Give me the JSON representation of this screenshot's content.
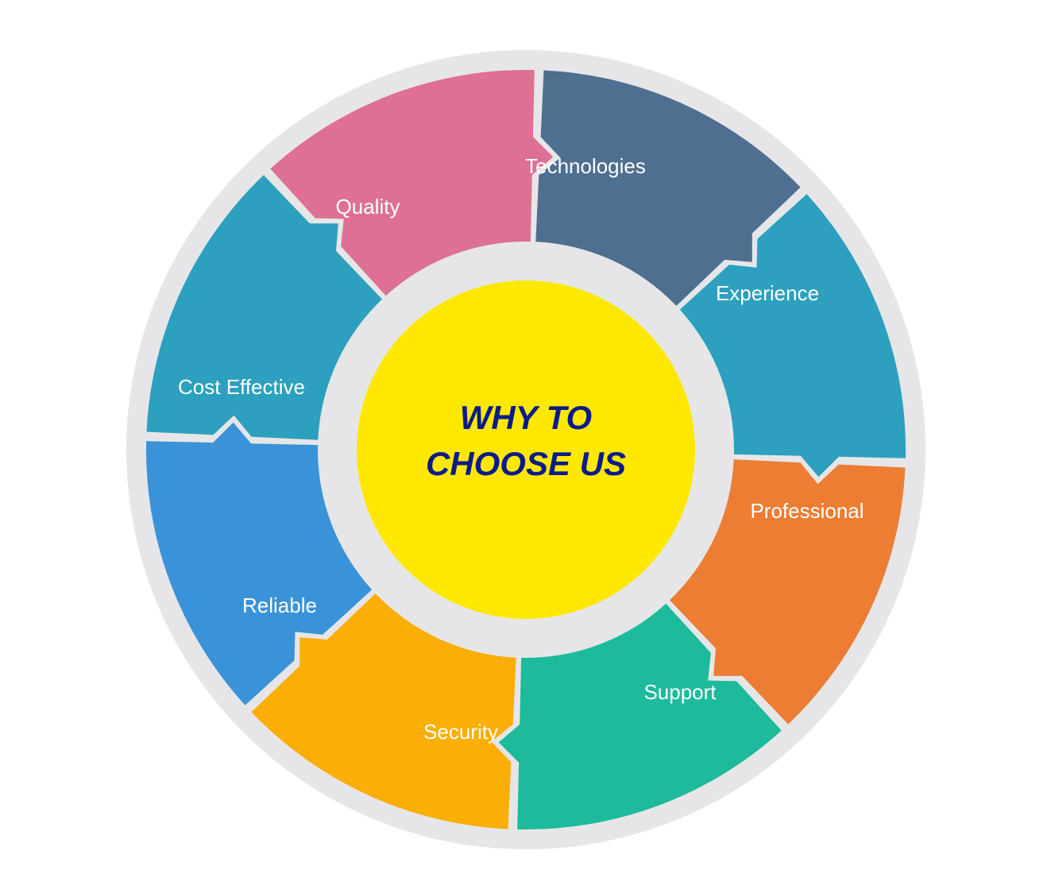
{
  "center": {
    "line1": "WHY TO",
    "line2": "CHOOSE US",
    "fill_color": "#FFE800",
    "text_color": "#0B1B8A"
  },
  "ring_color": "#E6E6E8",
  "segments": [
    {
      "id": "technologies",
      "label": "Technologies",
      "color": "#4F6F91"
    },
    {
      "id": "experience",
      "label": "Experience",
      "color": "#2CA0BE"
    },
    {
      "id": "professional",
      "label": "Professional",
      "color": "#EC7D33"
    },
    {
      "id": "support",
      "label": "Support",
      "color": "#1DBB9B"
    },
    {
      "id": "security",
      "label": "Security",
      "color": "#FBAE05"
    },
    {
      "id": "reliable",
      "label": "Reliable",
      "color": "#3A93D8"
    },
    {
      "id": "cost-effective",
      "label": "Cost Effective",
      "color": "#2CA0BE"
    },
    {
      "id": "quality",
      "label": "Quality",
      "color": "#DE7093"
    }
  ]
}
